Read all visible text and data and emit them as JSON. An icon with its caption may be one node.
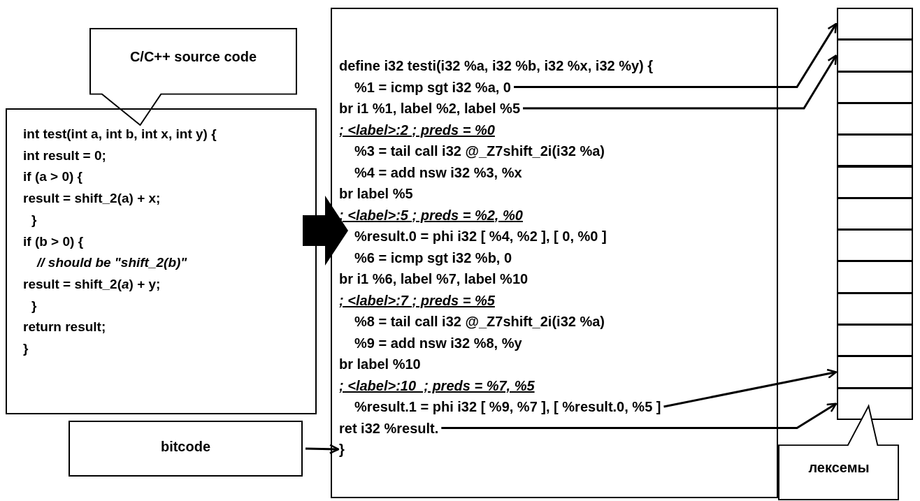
{
  "diagram": {
    "nodes": [
      {
        "text": [
          "C/C++ source code"
        ]
      },
      {
        "text": [
          "int test(int a, int b, int x, int y) {",
          "int result = 0;",
          "if (a > 0) {",
          "result = shift_2(a) + x;",
          "}",
          "if (b > 0) {",
          "// should be \"shift_2(b)\"",
          "result = shift_2(*a*) + y;",
          "}",
          "return result;",
          "}"
        ]
      },
      {
        "text": [
          "bitcode"
        ]
      },
      {
        "text": [],
        "shape": "box"
      },
      {
        "text": [
          "define i32 testi(i32 %a, i32 %b, i32 %x, i32 %y) {"
        ],
        "in": 3
      },
      {
        "text": [
          "%1 = icmp sgt i32 %a, 0"
        ],
        "in": 3
      },
      {
        "text": [
          "br i1 %1, label %2, label %5"
        ],
        "in": 3
      },
      {
        "text": [
          "; <label>:2 ; preds = %0"
        ],
        "in": 3
      },
      {
        "text": [
          "%3 = tail call i32 @_Z7shift_2i(i32 %a)"
        ],
        "in": 3
      },
      {
        "text": [
          "%4 = add nsw i32 %3, %x"
        ],
        "in": 3
      },
      {
        "text": [
          "br label %5"
        ],
        "in": 3
      },
      {
        "text": [
          "; <label>:5 ; preds = %2, %0"
        ],
        "in": 3
      },
      {
        "text": [
          "%result.0 = phi i32 [ %4, %2 ], [ 0, %0 ]"
        ],
        "in": 3
      },
      {
        "text": [
          "%6 = icmp sgt i32 %b, 0"
        ],
        "in": 3
      },
      {
        "text": [
          "br i1 %6, label %7, label %10"
        ],
        "in": 3
      },
      {
        "text": [
          "; <label>:7 ; preds = %5"
        ],
        "in": 3
      },
      {
        "text": [
          "%8 = tail call i32 @_Z7shift_2i(i32 %a)"
        ],
        "in": 3
      },
      {
        "text": [
          "%9 = add nsw i32 %8, %y"
        ],
        "in": 3
      },
      {
        "text": [
          "br label %10"
        ],
        "in": 3
      },
      {
        "text": [
          "; <label>:10  ; preds = %7, %5"
        ],
        "in": 3
      },
      {
        "text": [
          "%result.1 = phi i32 [ %9, %7 ], [ %result.0, %5 ]"
        ],
        "in": 3
      },
      {
        "text": [
          "ret i32 %result."
        ],
        "in": 3
      },
      {
        "text": [
          "}"
        ],
        "in": 3
      },
      {
        "text": [],
        "shape": "box"
      },
      {
        "text": [],
        "shape": "box"
      },
      {
        "text": [],
        "shape": "box"
      },
      {
        "text": [],
        "shape": "box"
      },
      {
        "text": [],
        "shape": "box"
      },
      {
        "text": [],
        "shape": "box"
      },
      {
        "text": [],
        "shape": "box"
      },
      {
        "text": [],
        "shape": "box"
      },
      {
        "text": [],
        "shape": "box"
      },
      {
        "text": [],
        "shape": "box"
      },
      {
        "text": [],
        "shape": "box"
      },
      {
        "text": [],
        "shape": "box"
      },
      {
        "text": [],
        "shape": "box"
      },
      {
        "text": [
          "лексемы"
        ]
      }
    ],
    "edges": [
      {
        "from": 1,
        "to": 3,
        "arrow": "to",
        "style": "thick"
      },
      {
        "from": 5,
        "to": 23,
        "arrow": "to"
      },
      {
        "from": 6,
        "to": 24,
        "arrow": "to"
      },
      {
        "from": 20,
        "to": 34,
        "arrow": "to"
      },
      {
        "from": 21,
        "to": 35,
        "arrow": "to"
      },
      {
        "from": 2,
        "to": 22,
        "arrow": "to"
      }
    ]
  }
}
